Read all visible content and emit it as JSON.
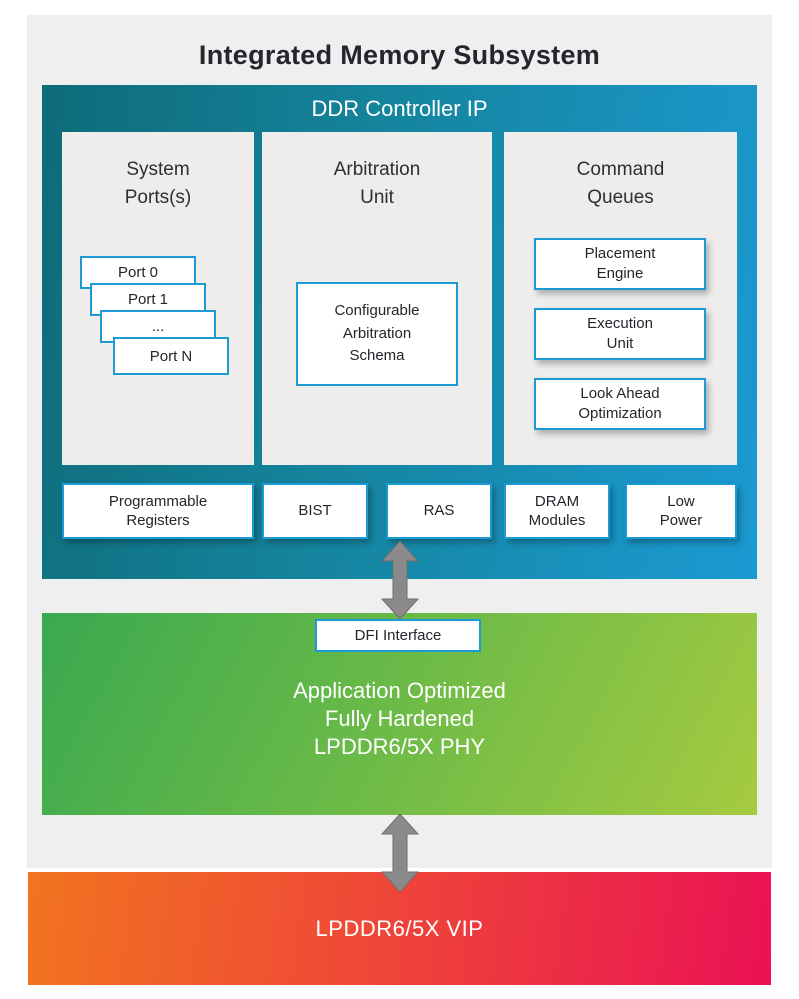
{
  "title": "Integrated Memory Subsystem",
  "ddr": {
    "title": "DDR Controller IP",
    "columns": [
      {
        "title": "System\nPorts(s)"
      },
      {
        "title": "Arbitration\nUnit"
      },
      {
        "title": "Command\nQueues"
      }
    ],
    "ports": [
      "Port 0",
      "Port 1",
      "...",
      "Port N"
    ],
    "arbitration_box": "Configurable\nArbitration\nSchema",
    "command_boxes": [
      "Placement\nEngine",
      "Execution\nUnit",
      "Look Ahead\nOptimization"
    ],
    "bottom_row": [
      "Programmable\nRegisters",
      "BIST",
      "RAS",
      "DRAM\nModules",
      "Low\nPower"
    ]
  },
  "phy": {
    "dfi_label": "DFI Interface",
    "text": "Application Optimized\nFully Hardened\nLPDDR6/5X PHY"
  },
  "vip": {
    "label": "LPDDR6/5X VIP"
  },
  "icons": {
    "arrow_between_controller_and_phy": "bidirectional-arrow",
    "arrow_between_phy_and_vip": "bidirectional-arrow"
  },
  "colors": {
    "ddr_gradient_start": "#0e6b78",
    "ddr_gradient_end": "#1b9ad2",
    "phy_gradient_start": "#3aa94f",
    "phy_gradient_end": "#a6cb40",
    "vip_gradient_start": "#f2741f",
    "vip_gradient_end": "#ea1254",
    "box_border": "#1b9ad3",
    "panel_background": "#f0efef",
    "column_background": "#eeedec",
    "arrow_gray": "#8a8a8a",
    "title_text": "#26242c"
  }
}
